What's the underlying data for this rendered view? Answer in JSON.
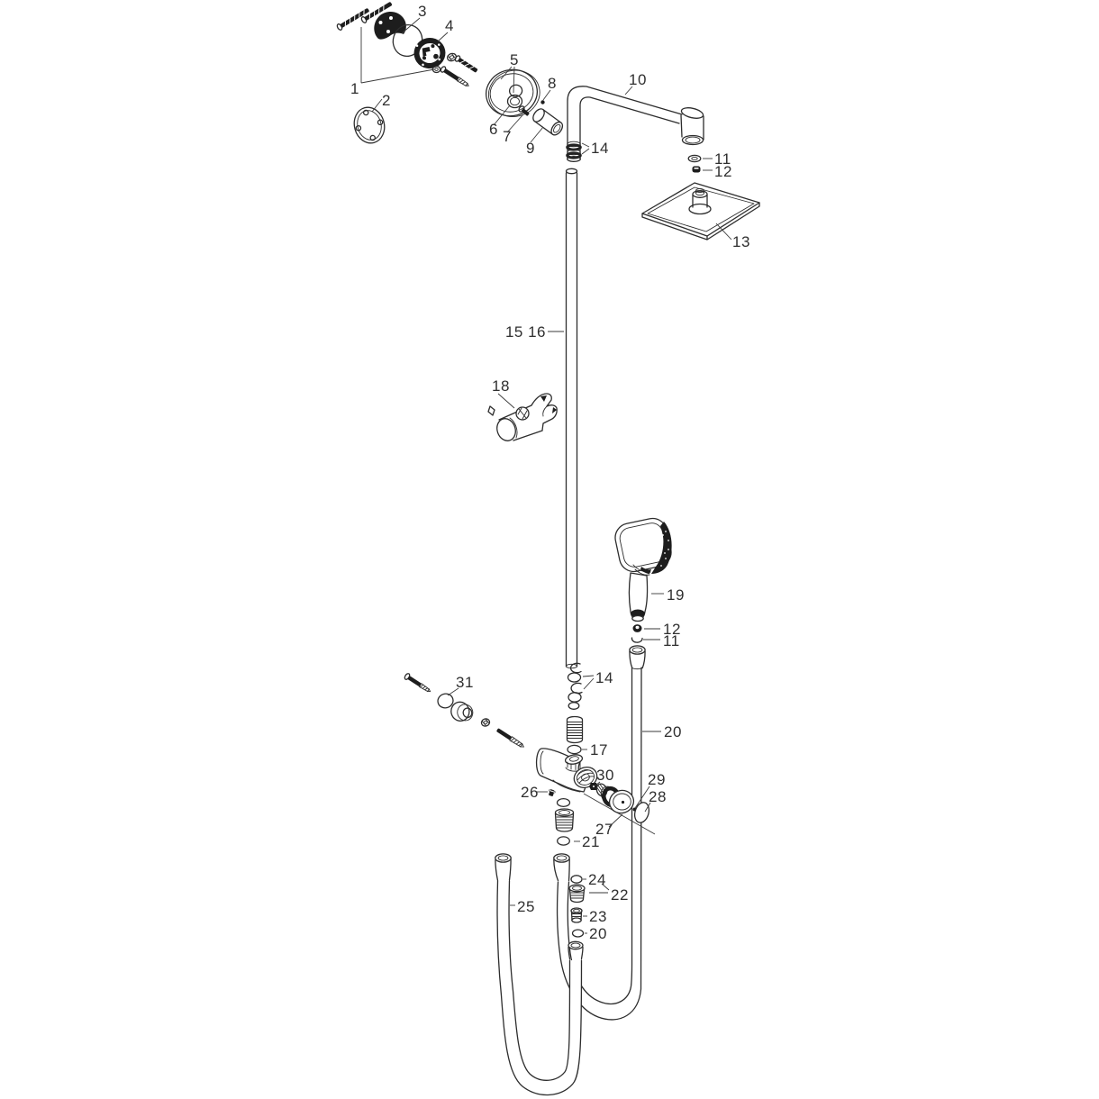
{
  "style": {
    "background": "#ffffff",
    "line_color": "#2d2d2d",
    "dark_fill": "#1d1d1d"
  },
  "labels": {
    "p1": "1",
    "p2": "2",
    "p3": "3",
    "p4": "4",
    "p5": "5",
    "p6": "6",
    "p7": "7",
    "p8": "8",
    "p9": "9",
    "p10": "10",
    "p11_top": "11",
    "p12_top": "12",
    "p13": "13",
    "p14_top": "14",
    "p15_16": "15 16",
    "p17": "17",
    "p18": "18",
    "p19": "19",
    "p12_hand": "12",
    "p11_hand": "11",
    "p14_mid": "14",
    "p20_hose": "20",
    "p20_bottom": "20",
    "p21": "21",
    "p22": "22",
    "p23": "23",
    "p24": "24",
    "p25": "25",
    "p26": "26",
    "p27": "27",
    "p28": "28",
    "p29": "29",
    "p30": "30",
    "p31": "31"
  }
}
